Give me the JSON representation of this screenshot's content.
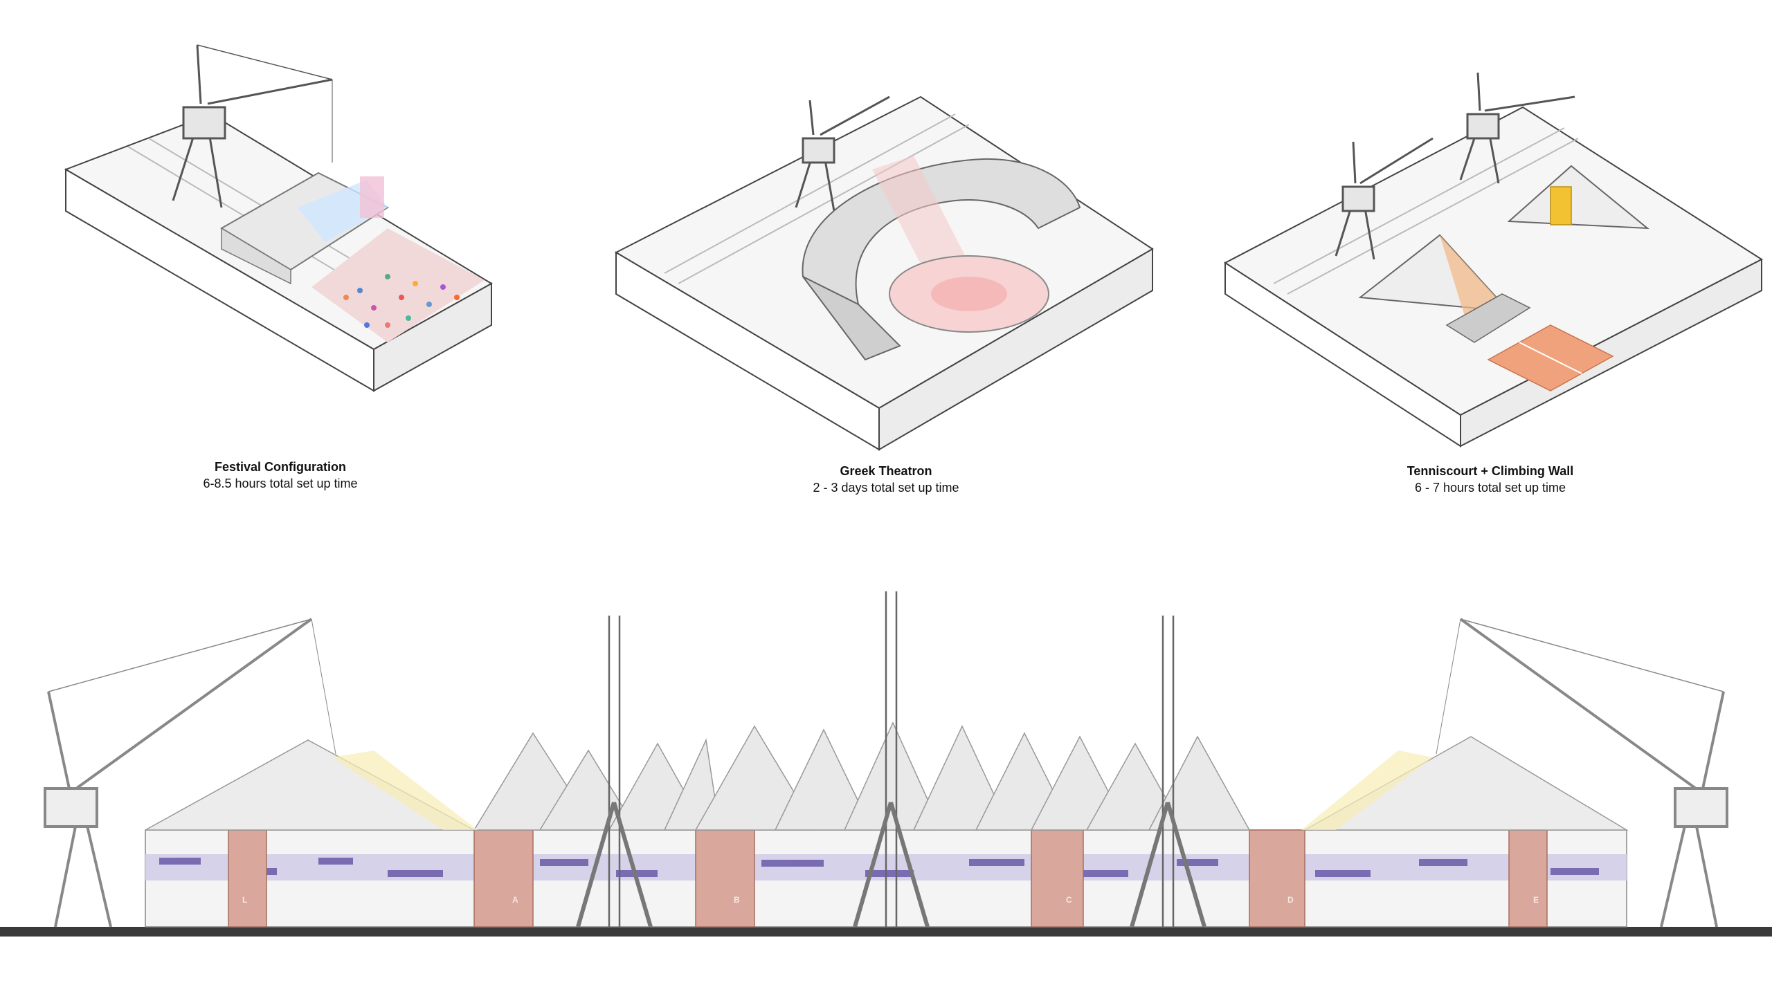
{
  "configurations": [
    {
      "title": "Festival Configuration",
      "subtitle": "6-8.5  hours total set up time"
    },
    {
      "title": "Greek Theatron",
      "subtitle": "2 - 3 days total set up time"
    },
    {
      "title": "Tenniscourt + Climbing Wall",
      "subtitle": "6 - 7 hours total set up time"
    }
  ],
  "elevation": {
    "section_labels": [
      "L",
      "A",
      "B",
      "C",
      "D",
      "E"
    ]
  },
  "colors": {
    "facade_pink": "#d9a79b",
    "facade_purple": "#6a5aa8",
    "roof_white": "#e9e9e9",
    "ground": "#3a3a3a",
    "stage_glow": "#f4b3b3",
    "climbing_wall": "#f2c232",
    "tennis_court": "#f0a27c"
  }
}
